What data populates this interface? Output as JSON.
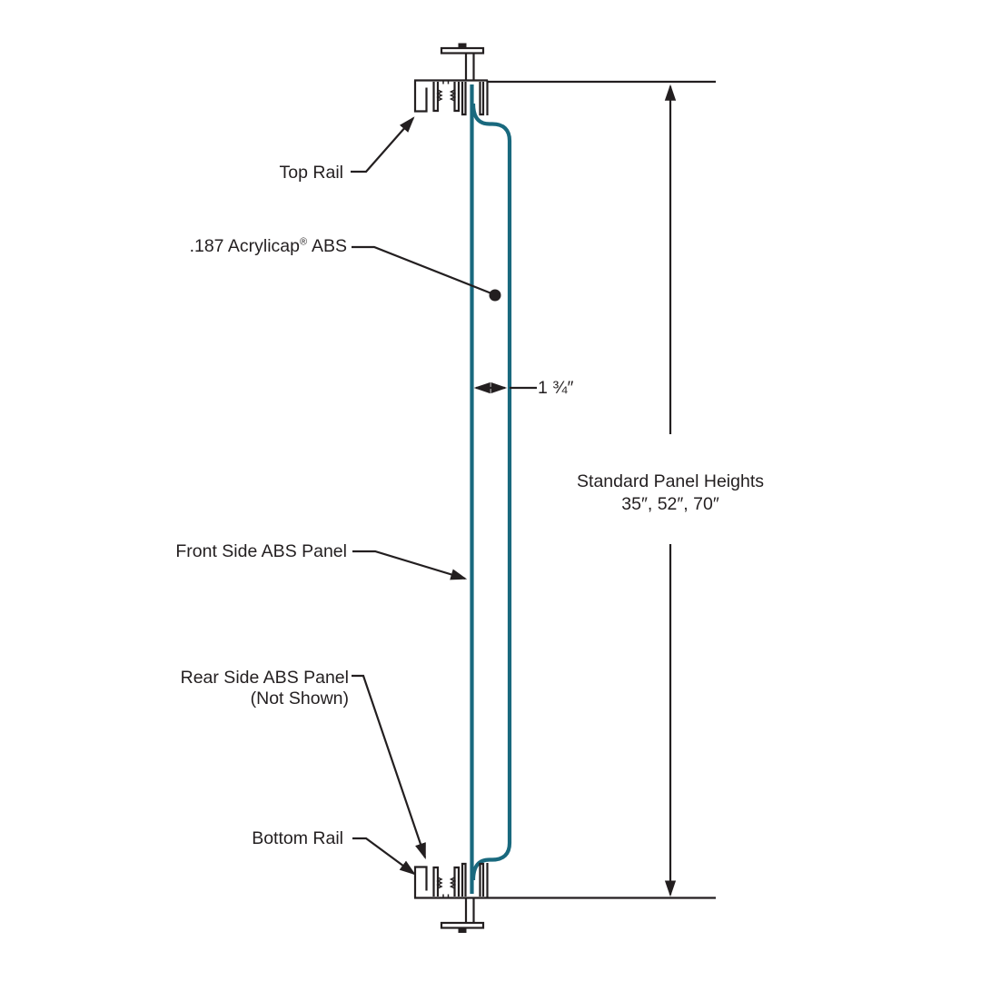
{
  "colors": {
    "ink": "#231f20",
    "panel": "#19697e",
    "background": "#ffffff"
  },
  "labels": {
    "top_rail": "Top Rail",
    "acrylicap_pre": ".187 Acrylicap",
    "acrylicap_reg": "®",
    "acrylicap_post": "ABS",
    "front_panel": "Front Side ABS Panel",
    "rear_panel": "Rear Side ABS Panel",
    "rear_panel_note": "(Not Shown)",
    "bottom_rail": "Bottom Rail",
    "panel_thickness": "1 ¾″",
    "heights_title": "Standard Panel Heights",
    "heights_values": "35″, 52″, 70″"
  }
}
